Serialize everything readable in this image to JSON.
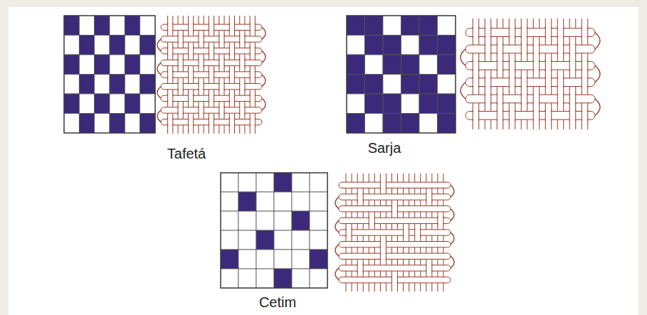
{
  "diagram": {
    "labels": [
      "Tafetá",
      "Sarja",
      "Cetim"
    ]
  }
}
